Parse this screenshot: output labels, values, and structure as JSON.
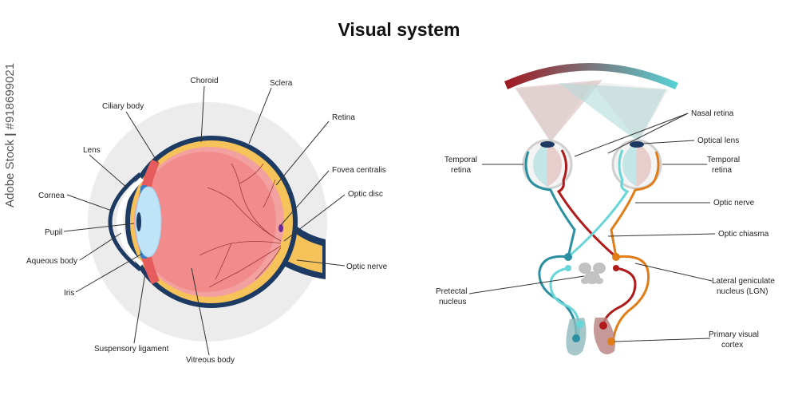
{
  "title": "Visual system",
  "colors": {
    "sclera": "#1d3a63",
    "choroid": "#f6c25a",
    "retina": "#f3a0a0",
    "vitreous": "#f28b8b",
    "lens": "#bfe3f7",
    "iris": "#3b7fc4",
    "left_path": "#2a8fa0",
    "right_path": "#b01a1a",
    "cyan_path": "#68d6d8",
    "orange_path": "#e07d18"
  },
  "eye_labels": {
    "choroid": "Choroid",
    "sclera": "Sclera",
    "ciliary_body": "Ciliary body",
    "retina": "Retina",
    "lens": "Lens",
    "fovea_centralis": "Fovea centralis",
    "cornea": "Cornea",
    "optic_disc": "Optic disc",
    "pupil": "Pupil",
    "aqueous_body": "Aqueous body",
    "optic_nerve": "Optic nerve",
    "iris": "Iris",
    "suspensory_ligament": "Suspensory ligament",
    "vitreous_body": "Vitreous body"
  },
  "path_labels": {
    "nasal_retina": "Nasal retina",
    "optical_lens": "Optical lens",
    "temporal_retina_left_1": "Temporal",
    "temporal_retina_left_2": "retina",
    "temporal_retina_right_1": "Temporal",
    "temporal_retina_right_2": "retina",
    "optic_nerve": "Optic nerve",
    "optic_chiasma": "Optic chiasma",
    "lgn_1": "Lateral geniculate",
    "lgn_2": "nucleus (LGN)",
    "pretectal_1": "Pretectal",
    "pretectal_2": "nucleus",
    "visual_cortex_1": "Primary visual",
    "visual_cortex_2": "cortex"
  },
  "watermark": {
    "brand": "Adobe Stock",
    "separator": "|",
    "id": "#918699021"
  }
}
